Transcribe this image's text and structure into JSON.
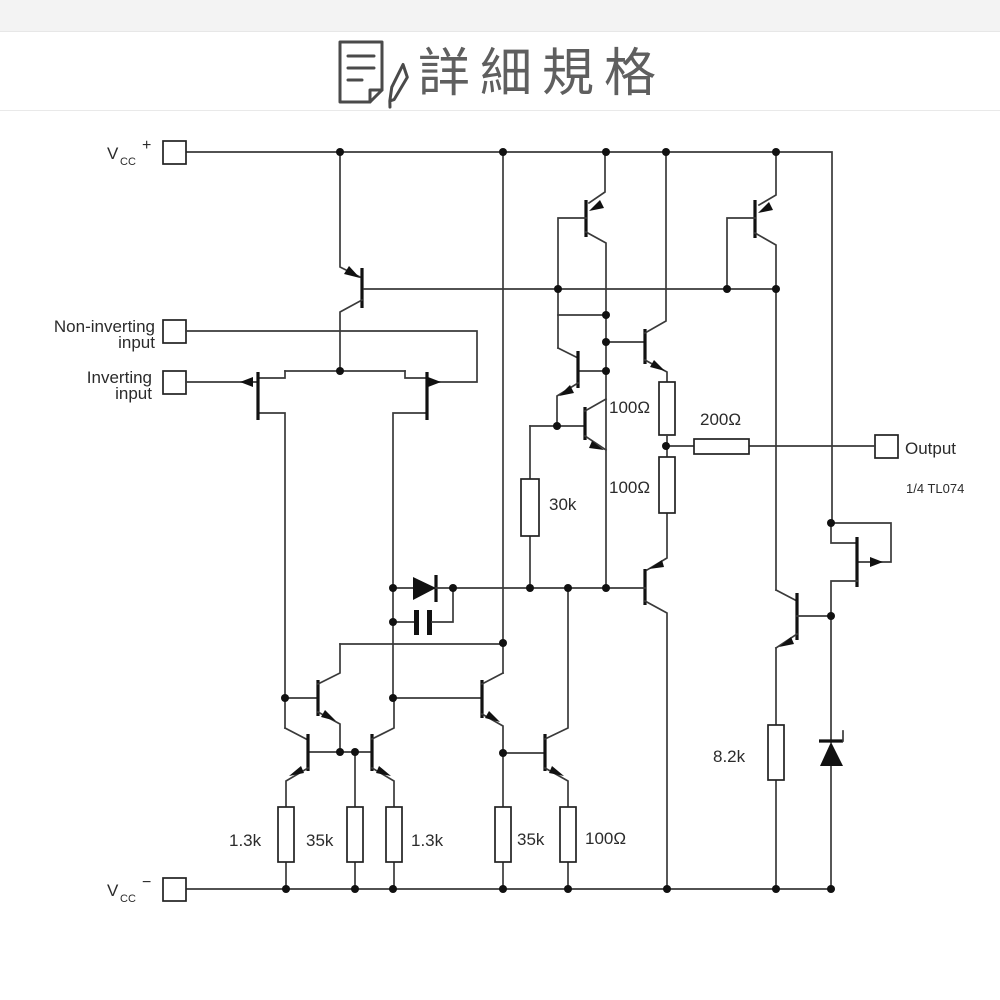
{
  "title": {
    "text": "詳細規格",
    "icon": "document-pen-icon"
  },
  "terminals": {
    "vcc": "V",
    "vcc_sub": "CC",
    "plus": "+",
    "minus": "−",
    "noninv_line1": "Non-inverting",
    "noninv_line2": "input",
    "inv_line1": "Inverting",
    "inv_line2": "input",
    "output": "Output"
  },
  "caption": {
    "part": "1/4 TL074"
  },
  "resistors": {
    "r30k": "30k",
    "r100_top": "100Ω",
    "r200": "200Ω",
    "r100_mid": "100Ω",
    "r8k2": "8.2k",
    "r1k3_left": "1.3k",
    "r35k_left": "35k",
    "r1k3_right": "1.3k",
    "r35k_right": "35k",
    "r100_bot": "100Ω"
  },
  "colors": {
    "wire": "#3a3a3a",
    "component": "#111111",
    "title": "#5f5f5f",
    "band": "#f3f3f3"
  }
}
